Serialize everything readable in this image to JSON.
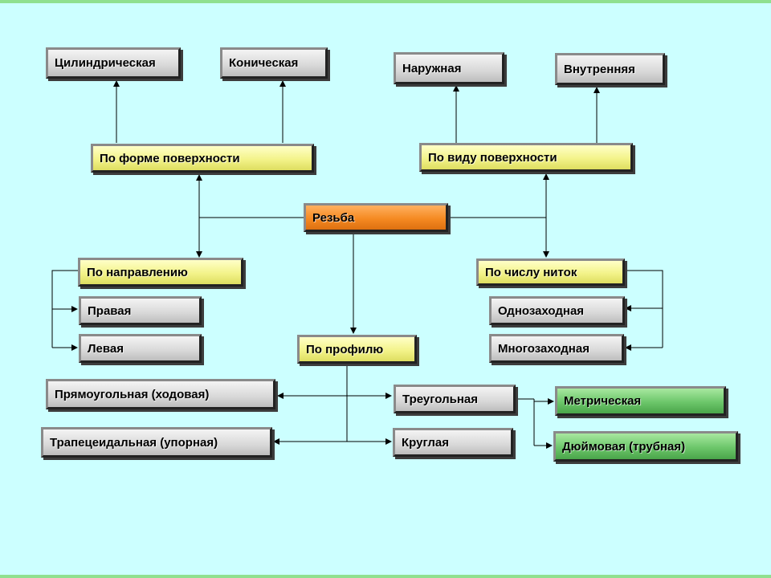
{
  "nodes": {
    "root": "Резьба",
    "by_surface_shape": "По форме поверхности",
    "cylindrical": "Цилиндрическая",
    "conical": "Коническая",
    "by_surface_type": "По виду поверхности",
    "external": "Наружная",
    "internal": "Внутренняя",
    "by_direction": "По направлению",
    "right": "Правая",
    "left": "Левая",
    "by_thread_count": "По числу ниток",
    "single_start": "Однозаходная",
    "multi_start": "Многозаходная",
    "by_profile": "По профилю",
    "rectangular": "Прямоугольная (ходовая)",
    "trapezoidal": "Трапецеидальная (упорная)",
    "triangular": "Треугольная",
    "round": "Круглая",
    "metric": "Метрическая",
    "inch": "Дюймовая (трубная)"
  },
  "colors": {
    "background": "#ccffff",
    "category": "#f3f38a",
    "root": "#f58a22",
    "leaf": "#d8d8d8",
    "subleaf": "#6cc66a"
  }
}
